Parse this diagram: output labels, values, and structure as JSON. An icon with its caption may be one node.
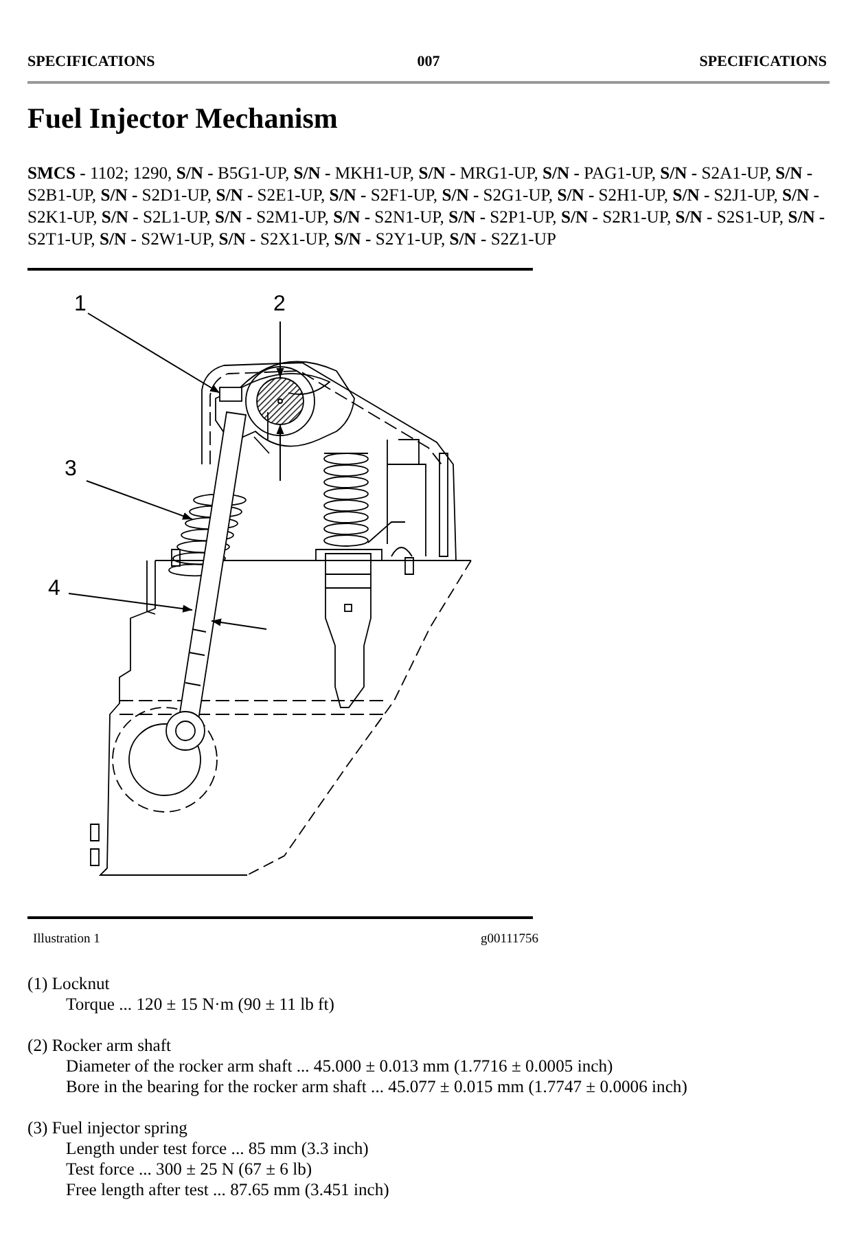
{
  "diagram": {
    "title": "Fuel Injector Mechanism",
    "nodes": [
      {
        "text": [
          "1"
        ]
      },
      {
        "text": [
          "2"
        ]
      },
      {
        "text": [
          "3"
        ]
      },
      {
        "text": [
          "4"
        ]
      },
      {
        "text": [],
        "shape": "box"
      },
      {
        "text": [],
        "shape": "picture"
      },
      {
        "text": [],
        "shape": "picture"
      },
      {
        "text": [],
        "shape": "picture"
      }
    ],
    "edges": [
      {
        "from": 0,
        "to": 4,
        "arrow": "to"
      },
      {
        "from": 1,
        "to": 5,
        "arrow": "to"
      },
      {
        "from": null,
        "to": 5,
        "arrow": "to"
      },
      {
        "from": 2,
        "to": 6,
        "arrow": "to"
      },
      {
        "from": 3,
        "to": 7,
        "arrow": "to"
      },
      {
        "from": null,
        "to": 7,
        "arrow": "to"
      }
    ],
    "labels": [
      "SPECIFICATIONS",
      "007",
      "SPECIFICATIONS",
      "**SMCS -** 1102; 1290, **S/N -** B5G1-UP, **S/N -** MKH1-UP, **S/N -** MRG1-UP, **S/N -** PAG1-UP, **S/N -** S2A1-UP, **S/N -** S2B1-UP, **S/N -** S2D1-UP, **S/N -** S2E1-UP, **S/N -** S2F1-UP, **S/N -** S2G1-UP, **S/N -** S2H1-UP, **S/N -** S2J1-UP, **S/N -** S2K1-UP, **S/N -** S2L1-UP, **S/N -** S2M1-UP, **S/N -** S2N1-UP, **S/N -** S2P1-UP, **S/N -** S2R1-UP, **S/N -** S2S1-UP, **S/N -** S2T1-UP, **S/N -** S2W1-UP, **S/N -** S2X1-UP, **S/N -** S2Y1-UP, **S/N -** S2Z1-UP",
      "Illustration 1",
      "g00111756",
      "(1) Locknut",
      "Torque ... 120 ± 15 N·m (90 ± 11 lb ft)",
      "(2) Rocker arm shaft",
      "Diameter of the rocker arm shaft ... 45.000 ± 0.013 mm (1.7716 ± 0.0005 inch)",
      "Bore in the bearing for the rocker arm shaft ... 45.077 ± 0.015 mm (1.7747 ± 0.0006 inch)",
      "(3) Fuel injector spring",
      "Length under test force ... 85 mm (3.3 inch)",
      "Test force ... 300 ± 25 N (67 ± 6 lb)",
      "Free length after test ... 87.65 mm (3.451 inch)"
    ]
  }
}
